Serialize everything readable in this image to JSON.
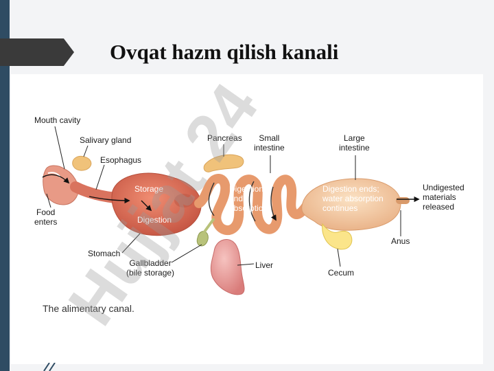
{
  "slide": {
    "title": "Ovqat hazm qilish kanali"
  },
  "diagram": {
    "labels": {
      "mouth_cavity": "Mouth cavity",
      "salivary_gland": "Salivary gland",
      "esophagus": "Esophagus",
      "food_enters": "Food\nenters",
      "storage": "Storage",
      "digestion_stomach": "Digestion",
      "stomach": "Stomach",
      "pancreas": "Pancreas",
      "small_intestine": "Small\nintestine",
      "digestion_absorption": "Digestion\nand\nabsorption",
      "gallbladder": "Gallbladder\n(bile storage)",
      "liver": "Liver",
      "large_intestine": "Large\nintestine",
      "digestion_ends": "Digestion ends;\nwater absorption\ncontinues",
      "cecum": "Cecum",
      "undigested": "Undigested\nmaterials\nreleased",
      "anus": "Anus"
    },
    "caption": "The alimentary canal."
  },
  "watermark": {
    "text": "Hujjat 24"
  },
  "colors": {
    "sidebar": "#2f4c63",
    "tab": "#3a3a3a",
    "organ": "#d9735e",
    "organ_light": "#f2c7a3",
    "gland": "#f0c27a",
    "cecum": "#fbe58a",
    "liver": "#e79a95",
    "watermark_purple": "#9b6fe0",
    "watermark_gray": "#9a9a9a"
  }
}
